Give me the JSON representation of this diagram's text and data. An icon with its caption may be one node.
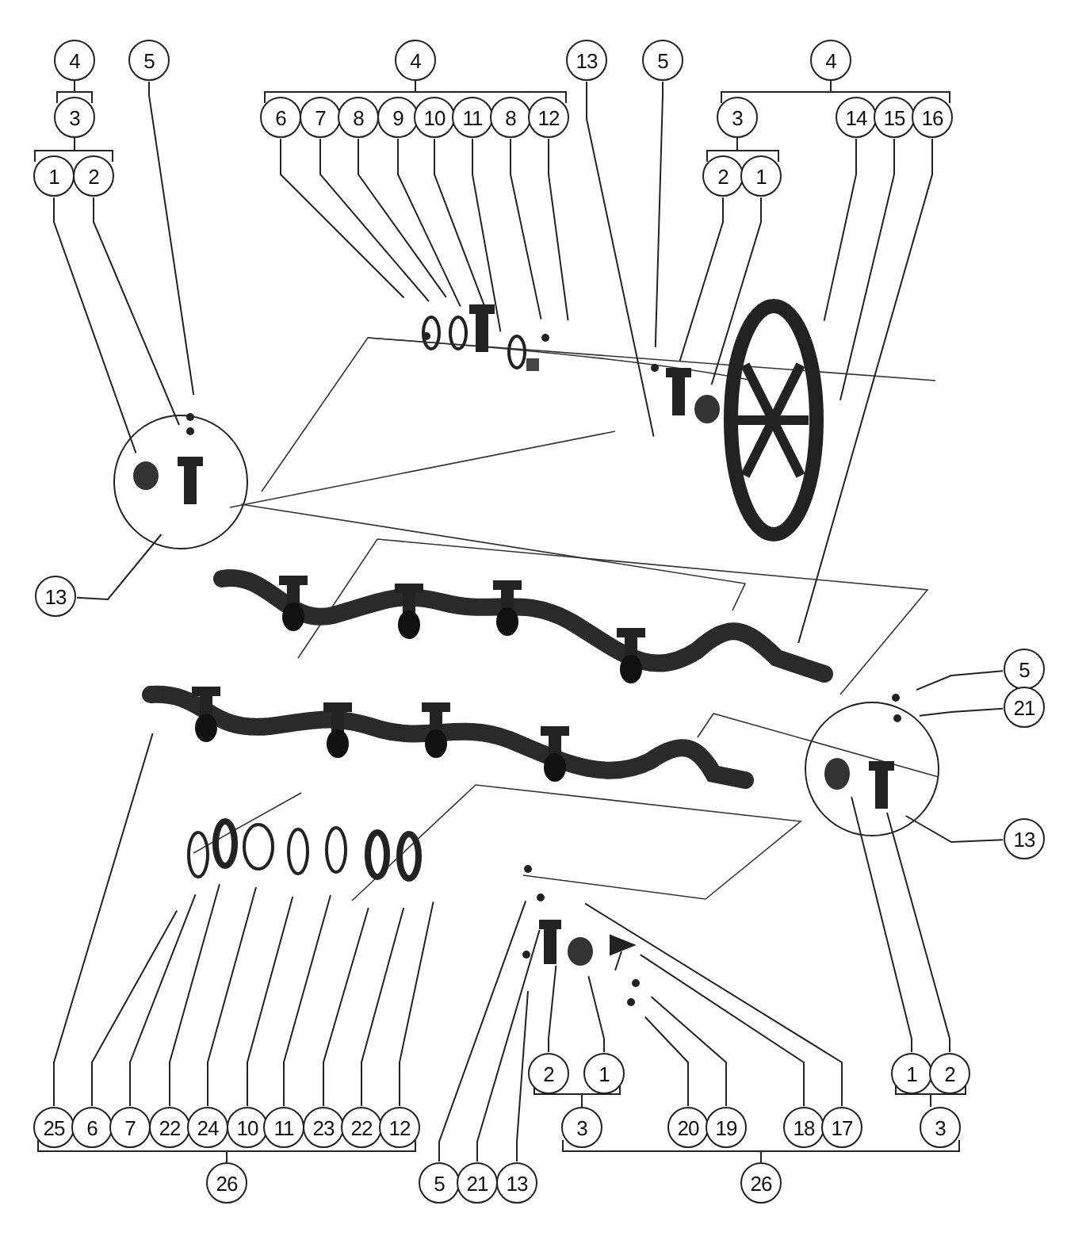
{
  "diagram": {
    "nodes": [
      {
        "text": [
          "4"
        ]
      },
      {
        "text": [
          "5"
        ]
      },
      {
        "text": [
          "3"
        ]
      },
      {
        "text": [
          "1"
        ]
      },
      {
        "text": [
          "2"
        ]
      },
      {
        "text": [
          "4"
        ]
      },
      {
        "text": [
          "13"
        ]
      },
      {
        "text": [
          "5"
        ]
      },
      {
        "text": [
          "6"
        ]
      },
      {
        "text": [
          "7"
        ]
      },
      {
        "text": [
          "8"
        ]
      },
      {
        "text": [
          "9"
        ]
      },
      {
        "text": [
          "10"
        ]
      },
      {
        "text": [
          "11"
        ]
      },
      {
        "text": [
          "8"
        ]
      },
      {
        "text": [
          "12"
        ]
      },
      {
        "text": [
          "4"
        ]
      },
      {
        "text": [
          "3"
        ]
      },
      {
        "text": [
          "14"
        ]
      },
      {
        "text": [
          "15"
        ]
      },
      {
        "text": [
          "16"
        ]
      },
      {
        "text": [
          "2"
        ]
      },
      {
        "text": [
          "1"
        ]
      },
      {
        "text": [
          "13"
        ]
      },
      {
        "text": [
          "5"
        ]
      },
      {
        "text": [
          "21"
        ]
      },
      {
        "text": [
          "13"
        ]
      },
      {
        "text": [
          "2"
        ]
      },
      {
        "text": [
          "1"
        ]
      },
      {
        "text": [
          "1"
        ]
      },
      {
        "text": [
          "2"
        ]
      },
      {
        "text": [
          "25"
        ]
      },
      {
        "text": [
          "6"
        ]
      },
      {
        "text": [
          "7"
        ]
      },
      {
        "text": [
          "22"
        ]
      },
      {
        "text": [
          "24"
        ]
      },
      {
        "text": [
          "10"
        ]
      },
      {
        "text": [
          "11"
        ]
      },
      {
        "text": [
          "23"
        ]
      },
      {
        "text": [
          "22"
        ]
      },
      {
        "text": [
          "12"
        ]
      },
      {
        "text": [
          "3"
        ]
      },
      {
        "text": [
          "20"
        ]
      },
      {
        "text": [
          "19"
        ]
      },
      {
        "text": [
          "18"
        ]
      },
      {
        "text": [
          "17"
        ]
      },
      {
        "text": [
          "3"
        ]
      },
      {
        "text": [
          "26"
        ]
      },
      {
        "text": [
          "5"
        ]
      },
      {
        "text": [
          "21"
        ]
      },
      {
        "text": [
          "13"
        ]
      },
      {
        "text": [
          "26"
        ]
      }
    ],
    "edges": [
      {
        "from": 1,
        "to": null,
        "arrow": "none"
      },
      {
        "from": 3,
        "to": null,
        "arrow": "none"
      },
      {
        "from": 4,
        "to": null,
        "arrow": "none"
      },
      {
        "from": 6,
        "to": null,
        "arrow": "none"
      },
      {
        "from": 7,
        "to": null,
        "arrow": "none"
      },
      {
        "from": 8,
        "to": null,
        "arrow": "none"
      },
      {
        "from": 9,
        "to": null,
        "arrow": "none"
      },
      {
        "from": 10,
        "to": null,
        "arrow": "none"
      },
      {
        "from": 11,
        "to": null,
        "arrow": "none"
      },
      {
        "from": 12,
        "to": null,
        "arrow": "none"
      },
      {
        "from": 13,
        "to": null,
        "arrow": "none"
      },
      {
        "from": 14,
        "to": null,
        "arrow": "none"
      },
      {
        "from": 15,
        "to": null,
        "arrow": "none"
      },
      {
        "from": 18,
        "to": null,
        "arrow": "none"
      },
      {
        "from": 19,
        "to": null,
        "arrow": "none"
      },
      {
        "from": 20,
        "to": null,
        "arrow": "none"
      },
      {
        "from": 21,
        "to": null,
        "arrow": "none"
      },
      {
        "from": 22,
        "to": null,
        "arrow": "none"
      },
      {
        "from": 23,
        "to": null,
        "arrow": "none"
      },
      {
        "from": 24,
        "to": null,
        "arrow": "none"
      },
      {
        "from": 25,
        "to": null,
        "arrow": "none"
      },
      {
        "from": 26,
        "to": null,
        "arrow": "none"
      },
      {
        "from": 27,
        "to": null,
        "arrow": "none"
      },
      {
        "from": 28,
        "to": null,
        "arrow": "none"
      },
      {
        "from": 29,
        "to": null,
        "arrow": "none"
      },
      {
        "from": 30,
        "to": null,
        "arrow": "none"
      },
      {
        "from": 31,
        "to": null,
        "arrow": "none"
      },
      {
        "from": 32,
        "to": null,
        "arrow": "none"
      },
      {
        "from": 33,
        "to": null,
        "arrow": "none"
      },
      {
        "from": 34,
        "to": null,
        "arrow": "none"
      },
      {
        "from": 35,
        "to": null,
        "arrow": "none"
      },
      {
        "from": 36,
        "to": null,
        "arrow": "none"
      },
      {
        "from": 37,
        "to": null,
        "arrow": "none"
      },
      {
        "from": 38,
        "to": null,
        "arrow": "none"
      },
      {
        "from": 39,
        "to": null,
        "arrow": "none"
      },
      {
        "from": 40,
        "to": null,
        "arrow": "none"
      },
      {
        "from": 42,
        "to": null,
        "arrow": "none"
      },
      {
        "from": 43,
        "to": null,
        "arrow": "none"
      },
      {
        "from": 44,
        "to": null,
        "arrow": "none"
      },
      {
        "from": 45,
        "to": null,
        "arrow": "none"
      },
      {
        "from": 48,
        "to": null,
        "arrow": "none"
      },
      {
        "from": 49,
        "to": null,
        "arrow": "none"
      },
      {
        "from": 50,
        "to": null,
        "arrow": "none"
      }
    ]
  }
}
